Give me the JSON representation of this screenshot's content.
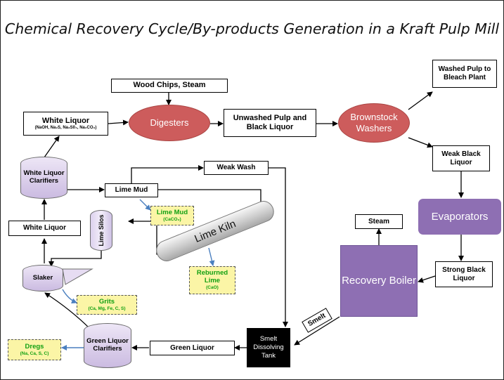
{
  "title": "Chemical Recovery Cycle/By-products Generation in a Kraft Pulp Mill",
  "nodes": {
    "wood_chips": "Wood Chips, Steam",
    "white_liquor_top": "White Liquor",
    "white_liquor_top_formula": "(NaOH, Na₂S, Na₂S0₄, Na₂CO₃)",
    "digesters": "Digesters",
    "unwashed_pulp": "Unwashed Pulp and Black Liquor",
    "brownstock_washers": "Brownstock Washers",
    "washed_pulp": "Washed Pulp to Bleach Plant",
    "weak_black_liquor": "Weak Black Liquor",
    "evaporators": "Evaporators",
    "strong_black_liquor": "Strong Black Liquor",
    "recovery_boiler": "Recovery Boiler",
    "steam": "Steam",
    "smelt": "Smelt",
    "smelt_tank": "Smelt Dissolving Tank",
    "green_liquor": "Green Liquor",
    "green_liquor_clarifiers": "Green Liquor Clarifiers",
    "dregs": "Dregs",
    "dregs_formula": "(Na, Ca, S, C)",
    "slaker": "Slaker",
    "grits": "Grits",
    "grits_formula": "(Ca, Mg, Fe, C, S)",
    "white_liquor_left": "White Liquor",
    "white_liquor_clarifiers": "White Liquor Clarifiers",
    "lime_mud": "Lime Mud",
    "lime_mud_note": "Lime Mud",
    "lime_mud_formula": "(CaCO₃)",
    "weak_wash": "Weak Wash",
    "lime_kiln": "Lime Kiln",
    "lime_silos": "Lime Silos",
    "reburned_lime": "Reburned Lime",
    "reburned_lime_formula": "(CaO)"
  }
}
